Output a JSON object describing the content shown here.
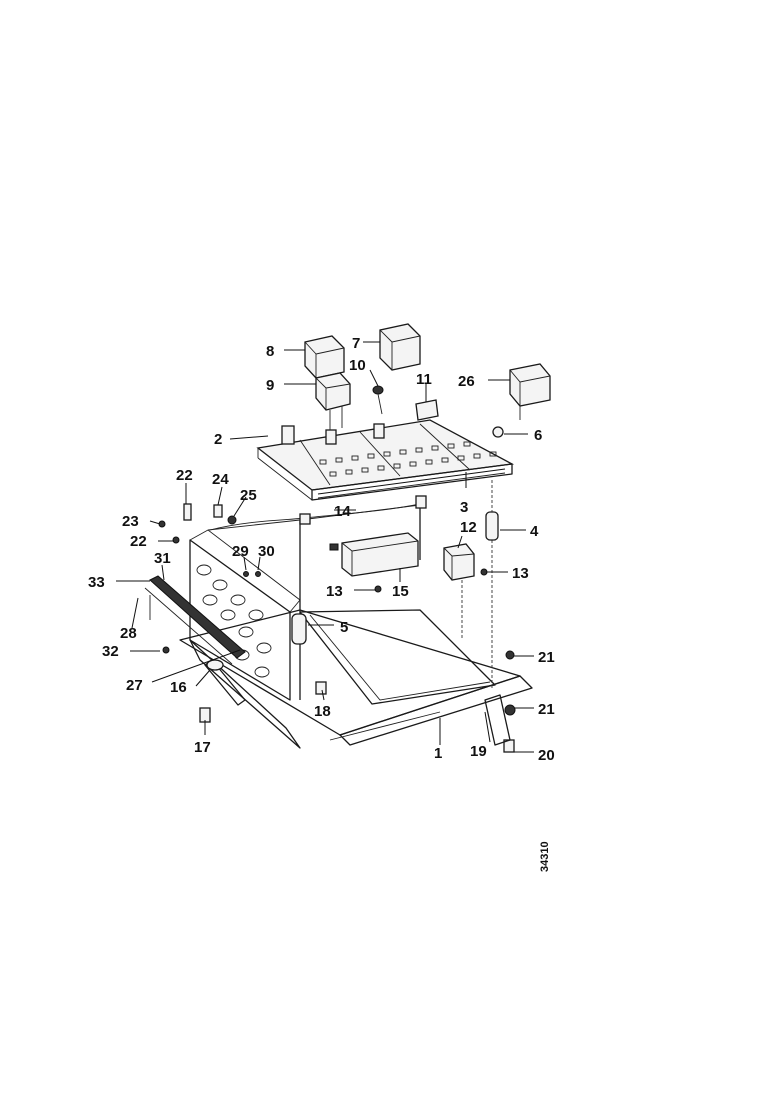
{
  "callouts": [
    {
      "id": "c1",
      "text": "1"
    },
    {
      "id": "c2",
      "text": "2"
    },
    {
      "id": "c3",
      "text": "3"
    },
    {
      "id": "c4",
      "text": "4"
    },
    {
      "id": "c5",
      "text": "5"
    },
    {
      "id": "c6",
      "text": "6"
    },
    {
      "id": "c7",
      "text": "7"
    },
    {
      "id": "c8",
      "text": "8"
    },
    {
      "id": "c9",
      "text": "9"
    },
    {
      "id": "c10",
      "text": "10"
    },
    {
      "id": "c11",
      "text": "11"
    },
    {
      "id": "c12",
      "text": "12"
    },
    {
      "id": "c13a",
      "text": "13"
    },
    {
      "id": "c13b",
      "text": "13"
    },
    {
      "id": "c14",
      "text": "14"
    },
    {
      "id": "c15",
      "text": "15"
    },
    {
      "id": "c16",
      "text": "16"
    },
    {
      "id": "c17",
      "text": "17"
    },
    {
      "id": "c18",
      "text": "18"
    },
    {
      "id": "c19",
      "text": "19"
    },
    {
      "id": "c20",
      "text": "20"
    },
    {
      "id": "c21a",
      "text": "21"
    },
    {
      "id": "c21b",
      "text": "21"
    },
    {
      "id": "c22a",
      "text": "22"
    },
    {
      "id": "c22b",
      "text": "22"
    },
    {
      "id": "c23",
      "text": "23"
    },
    {
      "id": "c24",
      "text": "24"
    },
    {
      "id": "c25",
      "text": "25"
    },
    {
      "id": "c26",
      "text": "26"
    },
    {
      "id": "c27",
      "text": "27"
    },
    {
      "id": "c28",
      "text": "28"
    },
    {
      "id": "c29",
      "text": "29"
    },
    {
      "id": "c30",
      "text": "30"
    },
    {
      "id": "c31",
      "text": "31"
    },
    {
      "id": "c32",
      "text": "32"
    },
    {
      "id": "c33",
      "text": "33"
    }
  ],
  "drawing_ref": "34310"
}
